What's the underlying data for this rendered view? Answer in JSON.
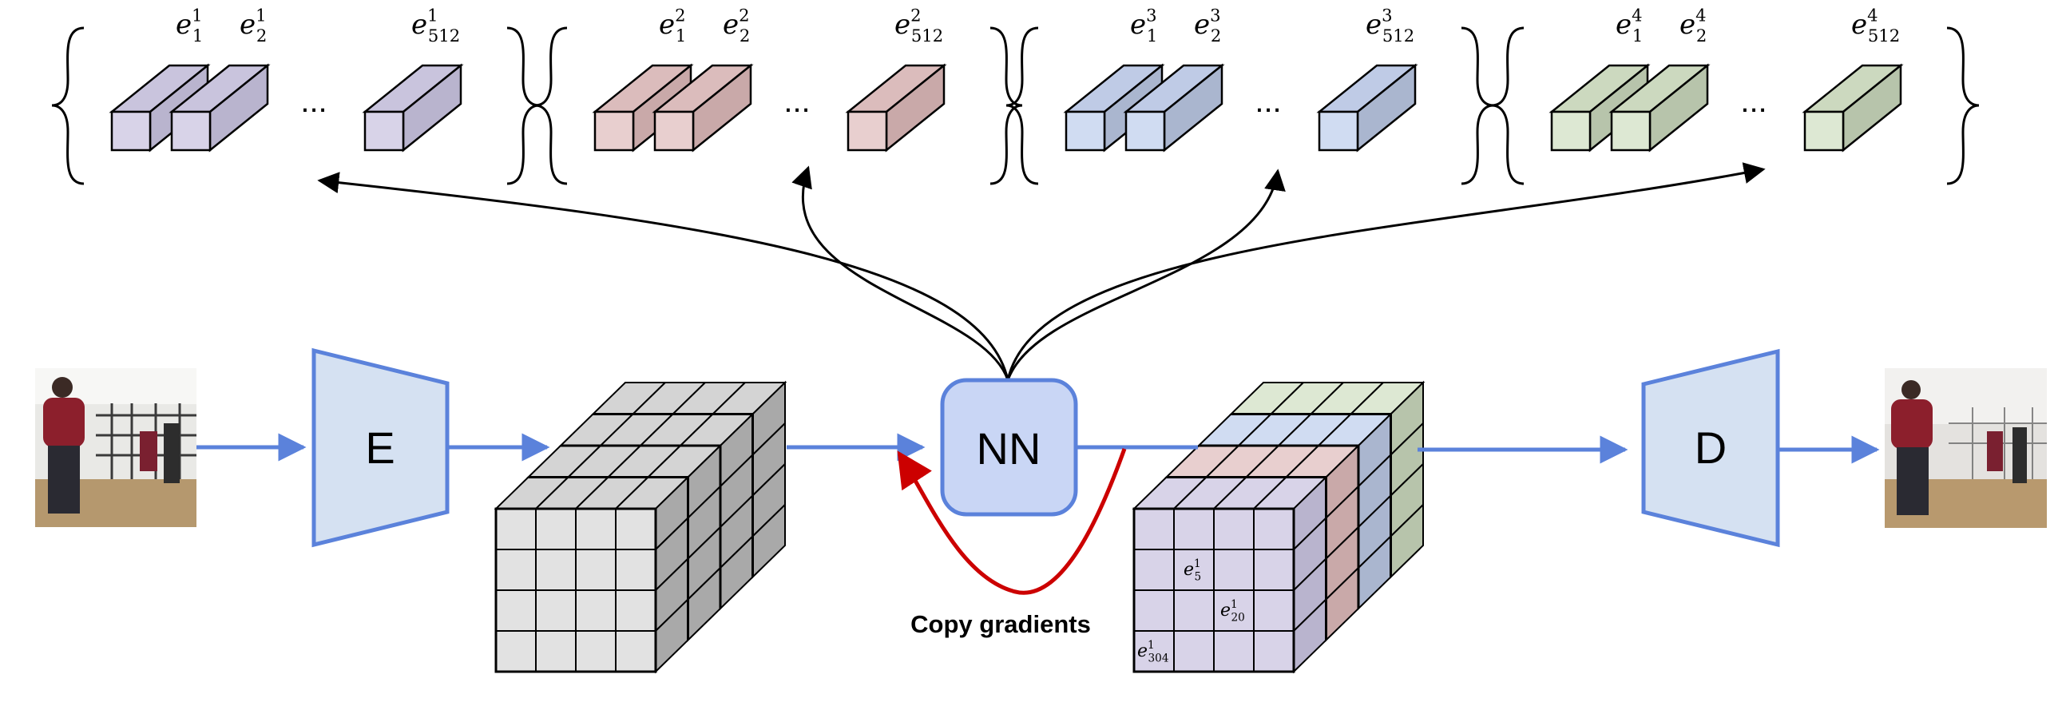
{
  "codebooks": [
    {
      "group": 1,
      "fill": "#d8d3e8",
      "side": "#b9b4ce",
      "top": "#c9c4dd",
      "labels": [
        {
          "base": "e",
          "sub": "1",
          "sup": "1"
        },
        {
          "base": "e",
          "sub": "2",
          "sup": "1"
        },
        {
          "base": "e",
          "sub": "512",
          "sup": "1"
        }
      ]
    },
    {
      "group": 2,
      "fill": "#e8cfcf",
      "side": "#c9a9a9",
      "top": "#dbbcbc",
      "labels": [
        {
          "base": "e",
          "sub": "1",
          "sup": "2"
        },
        {
          "base": "e",
          "sub": "2",
          "sup": "2"
        },
        {
          "base": "e",
          "sub": "512",
          "sup": "2"
        }
      ]
    },
    {
      "group": 3,
      "fill": "#d0dcf2",
      "side": "#aab6cf",
      "top": "#bfcbe6",
      "labels": [
        {
          "base": "e",
          "sub": "1",
          "sup": "3"
        },
        {
          "base": "e",
          "sub": "2",
          "sup": "3"
        },
        {
          "base": "e",
          "sub": "512",
          "sup": "3"
        }
      ]
    },
    {
      "group": 4,
      "fill": "#dde8d3",
      "side": "#b7c4ab",
      "top": "#ccd9bf",
      "labels": [
        {
          "base": "e",
          "sub": "1",
          "sup": "4"
        },
        {
          "base": "e",
          "sub": "2",
          "sup": "4"
        },
        {
          "base": "e",
          "sub": "512",
          "sup": "4"
        }
      ]
    }
  ],
  "ellipsis": "...",
  "encoder_label": "E",
  "nn_label": "NN",
  "decoder_label": "D",
  "copy_gradients_label": "Copy gradients",
  "cell_labels": [
    {
      "base": "e",
      "sub": "5",
      "sup": "1"
    },
    {
      "base": "e",
      "sub": "20",
      "sup": "1"
    },
    {
      "base": "e",
      "sub": "304",
      "sup": "1"
    }
  ],
  "colors": {
    "arrow_blue": "#5b82db",
    "encoder_fill": "#d5e1f2",
    "nn_fill": "#c9d6f5",
    "copy_red": "#cc0000",
    "gray_face": "#e2e2e2",
    "gray_top": "#d4d4d4",
    "gray_side": "#a9a9a9"
  }
}
